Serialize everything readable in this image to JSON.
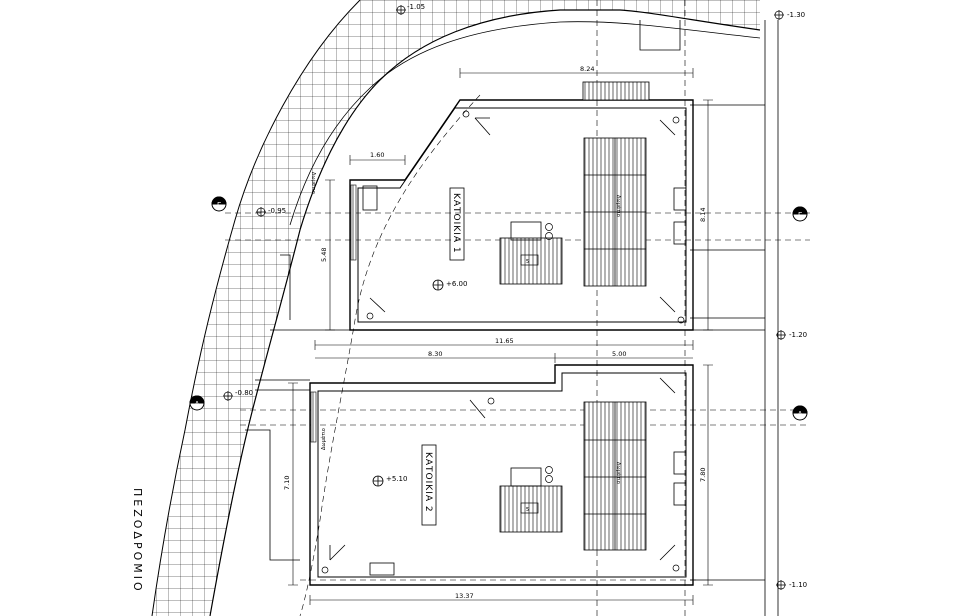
{
  "levels": [
    "-1.05",
    "-1.30",
    "-0.95",
    "-1.20",
    "-0.80",
    "-1.10"
  ],
  "floor_levels": [
    "+6.00",
    "+5.10"
  ],
  "dimensions": {
    "top_width": "8.24",
    "top_side": "8.14",
    "top_left_segment": "1.60",
    "top_left_height": "5.48",
    "mid_total": "11.65",
    "mid_left": "8.30",
    "mid_right": "5.00",
    "bottom_right_height": "7.80",
    "bottom_left_height": "7.10",
    "bottom_total": "13.37"
  },
  "houses": [
    {
      "label": "ΚΑΤΟΙΚΙΑ 1"
    },
    {
      "label": "ΚΑΤΟΙΚΙΑ 2"
    }
  ],
  "section_markers": [
    "Γ",
    "Γ",
    "Δ",
    "Δ"
  ],
  "street_label": "ΠΕΖΟΔΡΟΜΙΟ",
  "small_labels": [
    "Δωμάτιο",
    "Δωμάτιο",
    "Δωμάτιο",
    "Δωμάτιο",
    "5",
    "5"
  ]
}
